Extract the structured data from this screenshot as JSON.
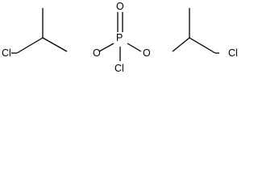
{
  "molecule": {
    "atoms": {
      "cl_left": "Cl",
      "o_left": "O",
      "p_center": "P",
      "o_top": "O",
      "cl_center": "Cl",
      "o_right": "O",
      "cl_right": "Cl"
    }
  }
}
